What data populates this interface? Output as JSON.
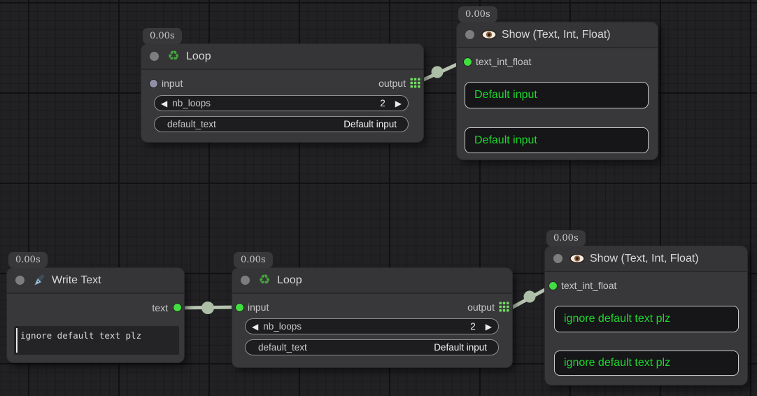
{
  "colors": {
    "canvas_bg": "#212123",
    "grid_minor": "#1a1a1c",
    "grid_major": "#111113",
    "node_bg": "#38383a",
    "node_title_bg": "#353537",
    "widget_bg": "#1d1d1f",
    "widget_border": "#8f8f8f",
    "display_box_bg": "#161618",
    "display_box_border": "#c8c8c8",
    "display_text_green": "#1ed72e",
    "wire": "#b6c3b0",
    "reroute_dot": "#aebfa8",
    "socket_connected": "#41dd41",
    "socket_unconnected": "#8f8fa8",
    "output_grid_icon": "#72dd62",
    "recycle_icon_green": "#44a83c"
  },
  "nodes": {
    "loop_top": {
      "badge": "0.00s",
      "title": "Loop",
      "input_label": "input",
      "output_label": "output",
      "nb_loops": {
        "label": "nb_loops",
        "value": "2",
        "dec_arrow": "◀",
        "inc_arrow": "▶"
      },
      "default_text": {
        "label": "default_text",
        "value": "Default input"
      }
    },
    "show_top": {
      "badge": "0.00s",
      "title": "Show (Text, Int, Float)",
      "input_label": "text_int_float",
      "boxes": [
        "Default input",
        "Default input"
      ]
    },
    "write_text": {
      "badge": "0.00s",
      "title": "Write Text",
      "output_label": "text",
      "text_value": "ignore default text plz"
    },
    "loop_bottom": {
      "badge": "0.00s",
      "title": "Loop",
      "input_label": "input",
      "output_label": "output",
      "nb_loops": {
        "label": "nb_loops",
        "value": "2",
        "dec_arrow": "◀",
        "inc_arrow": "▶"
      },
      "default_text": {
        "label": "default_text",
        "value": "Default input"
      }
    },
    "show_bottom": {
      "badge": "0.00s",
      "title": "Show (Text, Int, Float)",
      "input_label": "text_int_float",
      "boxes": [
        "ignore default text plz",
        "ignore default text plz"
      ]
    }
  }
}
